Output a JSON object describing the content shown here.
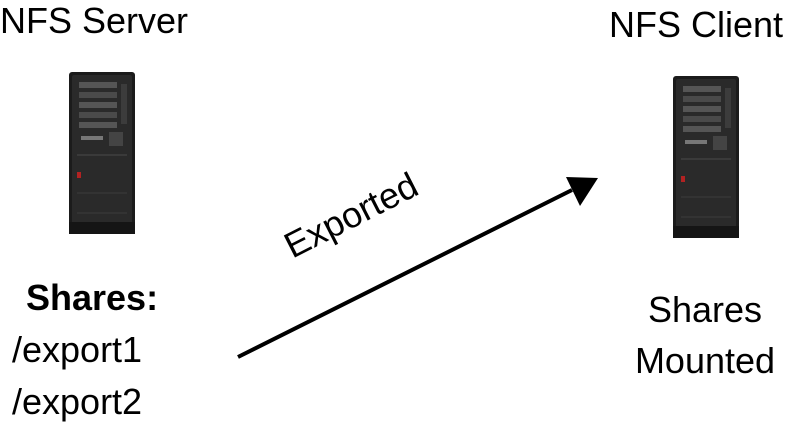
{
  "server": {
    "title": "NFS Server",
    "shares_heading": "Shares:",
    "shares": [
      "/export1",
      "/export2"
    ]
  },
  "client": {
    "title": "NFS Client",
    "status_line1": "Shares",
    "status_line2": "Mounted"
  },
  "connection": {
    "label": "Exported"
  },
  "icons": {
    "server": "server-tower-icon",
    "client": "client-tower-icon"
  }
}
